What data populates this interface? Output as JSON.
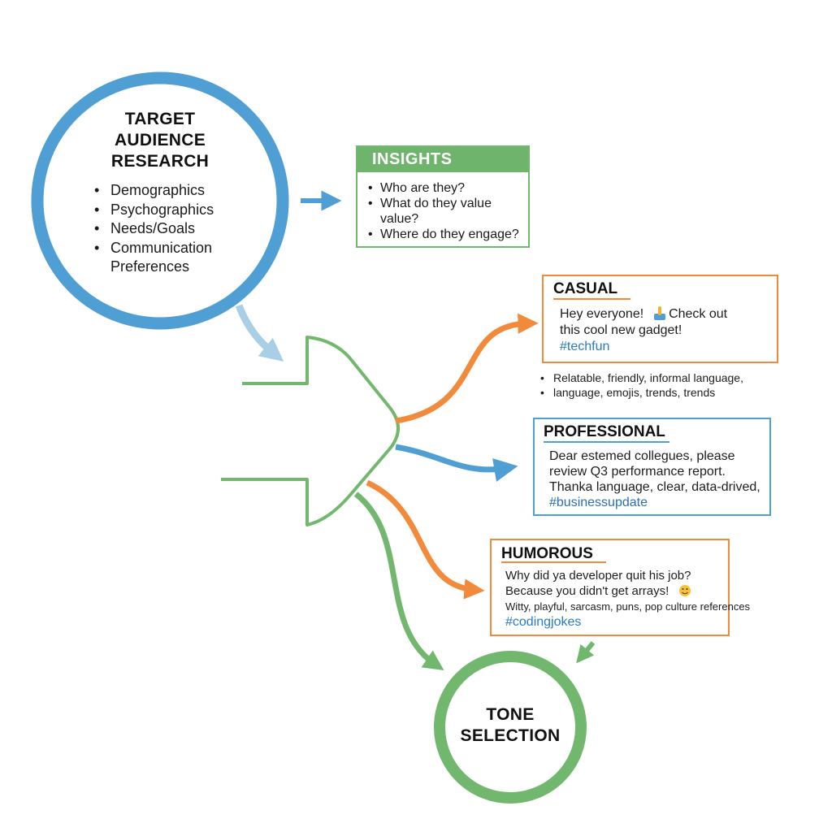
{
  "colors": {
    "blue": "#4f9fd5",
    "green": "#72b76e",
    "orange": "#f18a3b",
    "light_blue": "#a9cfe6"
  },
  "research": {
    "title_lines": [
      "TARGET",
      "AUDIENCE",
      "RESEARCH"
    ],
    "items": [
      "Demographics",
      "Psychographics",
      "Needs/Goals",
      "Communication",
      "Preferences"
    ]
  },
  "insights": {
    "title": "INSIGHTS",
    "items": [
      "Who are they?",
      "What do they value",
      "Where do they engage?"
    ],
    "continuation": "value?"
  },
  "casual": {
    "title": "CASUAL",
    "line1": "Hey everyone!",
    "emoji": "thumbs-up-emoji",
    "line1b": "Check out",
    "line2": "this cool new gadget!",
    "hashtag": "#techfun",
    "note_line1": "Relatable, friendly, informal language,",
    "note_line2": "language, emojis, trends, trends"
  },
  "professional": {
    "title": "PROFESSIONAL",
    "line1": "Dear estemed collegues, please",
    "line2": "review Q3 performance report.",
    "line3": "Thanka language, clear, data-drived,",
    "hashtag": "#businessupdate"
  },
  "humorous": {
    "title": "HUMOROUS",
    "line1": "Why did ya developer quit his job?",
    "line2": "Because you didn't get arrays!",
    "emoji": "smiley-emoji",
    "line3": "Witty, playful, sarcasm, puns, pop culture references",
    "hashtag": "#codingjokes"
  },
  "tone": {
    "title_lines": [
      "TONE",
      "SELECTION"
    ]
  }
}
